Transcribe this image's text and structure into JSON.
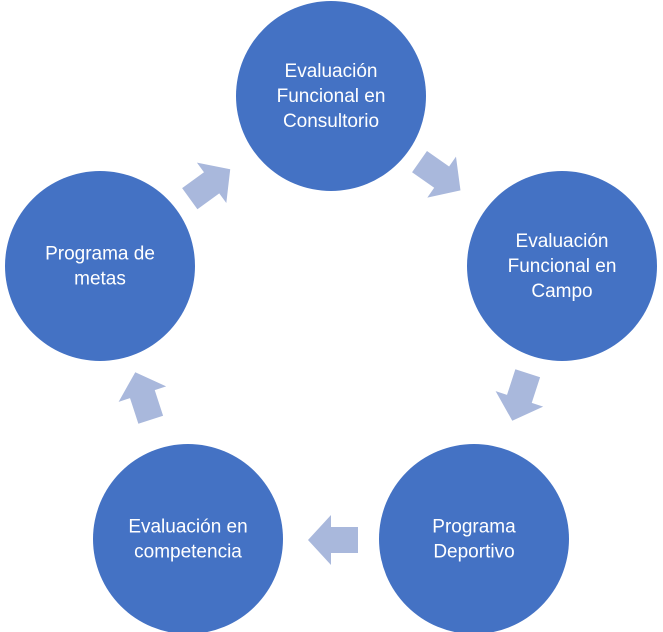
{
  "colors": {
    "node_fill": "#4472C4",
    "arrow_fill": "#A9B8DC",
    "label_text": "#FFFFFF",
    "background": "#FFFFFF"
  },
  "diagram": {
    "type": "cycle",
    "nodes": [
      {
        "id": "consultorio",
        "lines": [
          "Evaluación",
          "Funcional en",
          "Consultorio"
        ]
      },
      {
        "id": "campo",
        "lines": [
          "Evaluación",
          "Funcional en",
          "Campo"
        ]
      },
      {
        "id": "deportivo",
        "lines": [
          "Programa",
          "Deportivo"
        ]
      },
      {
        "id": "competencia",
        "lines": [
          "Evaluación en",
          "competencia"
        ]
      },
      {
        "id": "metas",
        "lines": [
          "Programa de",
          "metas"
        ]
      }
    ],
    "flow": [
      "consultorio",
      "campo",
      "deportivo",
      "competencia",
      "metas",
      "consultorio"
    ]
  }
}
